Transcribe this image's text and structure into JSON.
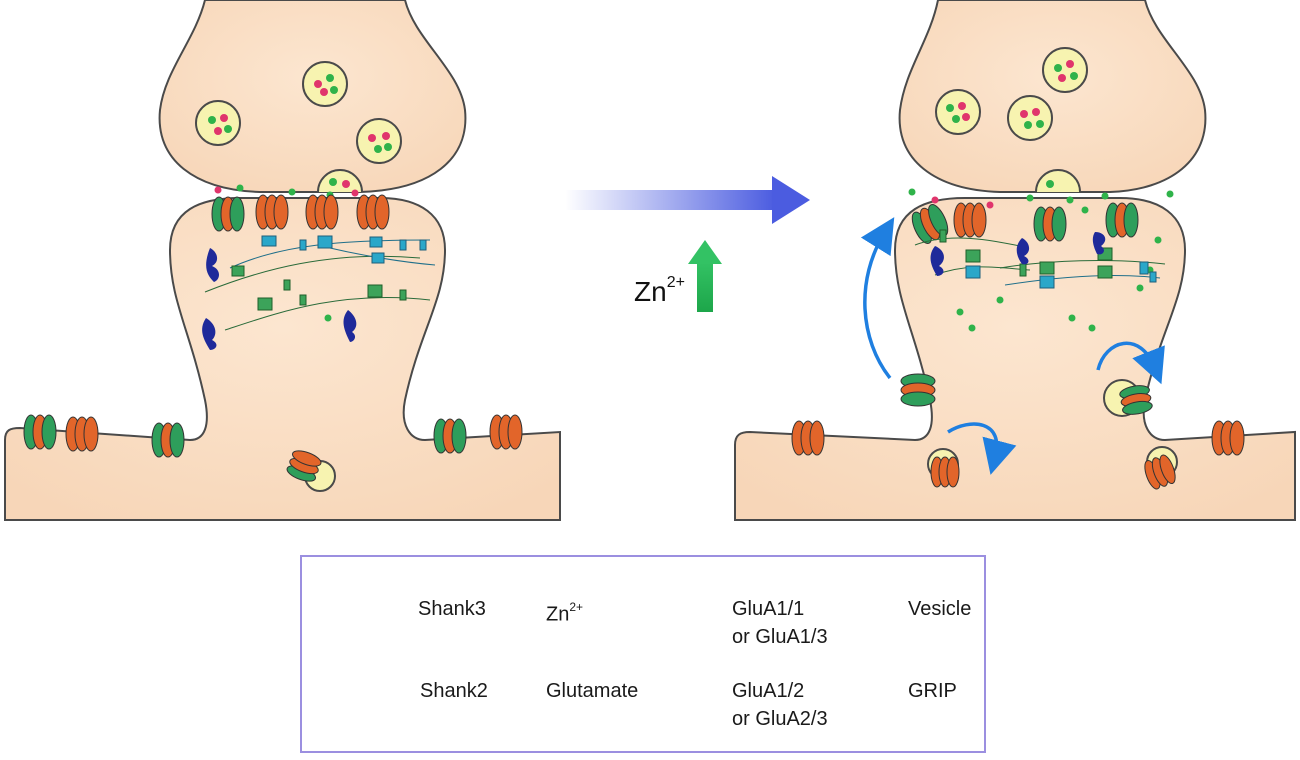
{
  "stimulus": {
    "ion": "Zn",
    "charge": "2+"
  },
  "legend": {
    "shank3": "Shank3",
    "shank2": "Shank2",
    "zinc_base": "Zn",
    "zinc_charge": "2+",
    "glutamate": "Glutamate",
    "glua_orange": "GluA1/1\nor GluA1/3",
    "glua_green": "GluA1/2\nor GluA2/3",
    "vesicle": "Vesicle",
    "grip": "GRIP"
  },
  "colors": {
    "cytoplasm": "#fbe3cc",
    "membrane": "#4a4a4a",
    "vesicle_fill": "#f7f3b0",
    "zinc": "#2fb34a",
    "glutamate": "#e0356c",
    "glua_orange": "#e2652a",
    "glua_green": "#2e9e5b",
    "shank3": "#3ca35a",
    "shank2": "#2aa7c9",
    "grip": "#1f2a9a",
    "transition_arrow": "#4b5ce0",
    "increase_arrow": "#1da64a",
    "trafficking_arrow": "#1f7fe0",
    "legend_border": "#9b8fe0"
  }
}
